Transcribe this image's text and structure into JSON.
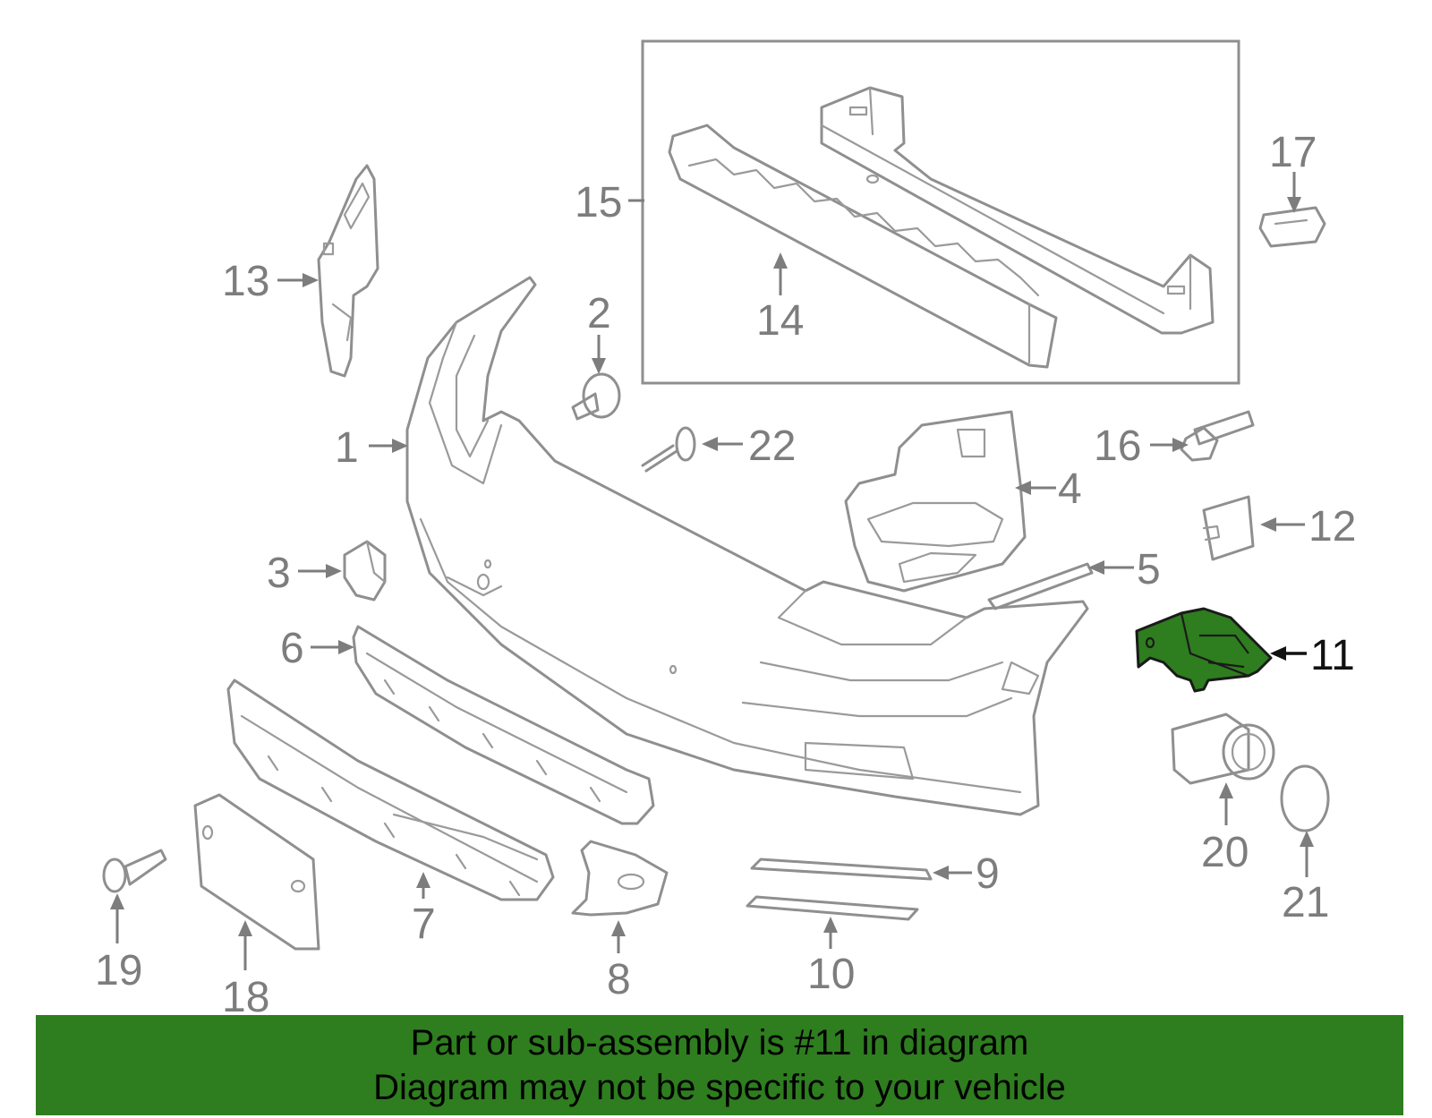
{
  "highlight": {
    "part_number": "11",
    "color": "#2e7d1f"
  },
  "callouts": {
    "c1": "1",
    "c2": "2",
    "c3": "3",
    "c4": "4",
    "c5": "5",
    "c6": "6",
    "c7": "7",
    "c8": "8",
    "c9": "9",
    "c10": "10",
    "c11": "11",
    "c12": "12",
    "c13": "13",
    "c14": "14",
    "c15": "15",
    "c16": "16",
    "c17": "17",
    "c18": "18",
    "c19": "19",
    "c20": "20",
    "c21": "21",
    "c22": "22"
  },
  "banner": {
    "line1": "Part or sub-assembly is #11 in diagram",
    "line2": "Diagram may not be specific to your vehicle",
    "color": "#2e7d1f"
  }
}
